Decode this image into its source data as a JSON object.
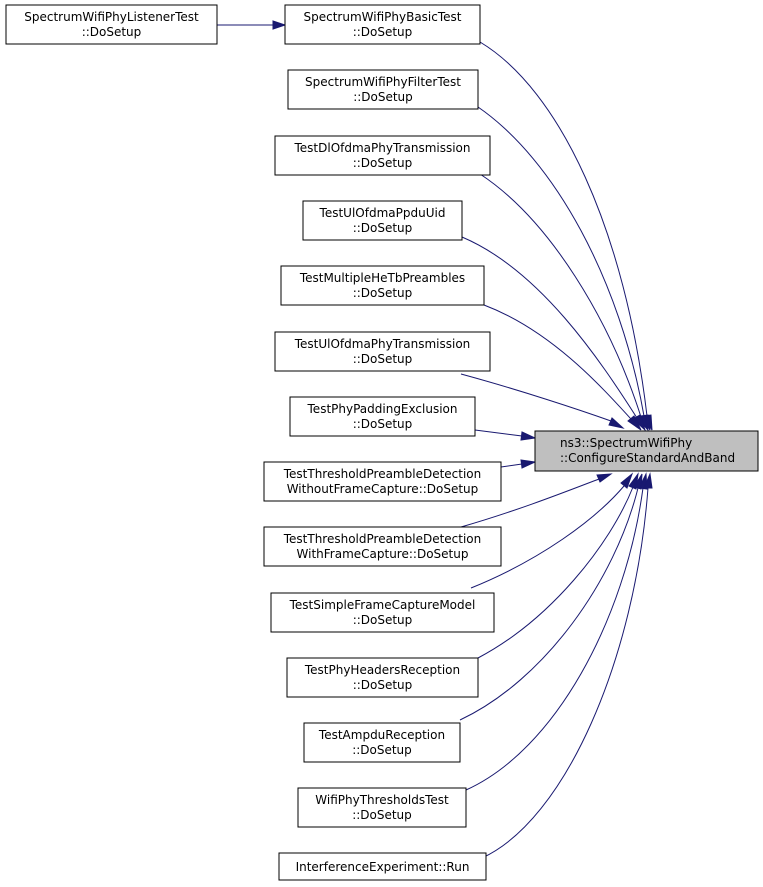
{
  "diagram": {
    "target": {
      "line1": "ns3::SpectrumWifiPhy",
      "line2": "::ConfigureStandardAndBand"
    },
    "caller_of_basic_test": {
      "line1": "SpectrumWifiPhyListenerTest",
      "line2": "::DoSetup"
    },
    "callers": [
      {
        "line1": "SpectrumWifiPhyBasicTest",
        "line2": "::DoSetup"
      },
      {
        "line1": "SpectrumWifiPhyFilterTest",
        "line2": "::DoSetup"
      },
      {
        "line1": "TestDlOfdmaPhyTransmission",
        "line2": "::DoSetup"
      },
      {
        "line1": "TestUlOfdmaPpduUid",
        "line2": "::DoSetup"
      },
      {
        "line1": "TestMultipleHeTbPreambles",
        "line2": "::DoSetup"
      },
      {
        "line1": "TestUlOfdmaPhyTransmission",
        "line2": "::DoSetup"
      },
      {
        "line1": "TestPhyPaddingExclusion",
        "line2": "::DoSetup"
      },
      {
        "line1": "TestThresholdPreambleDetection",
        "line2": "WithoutFrameCapture::DoSetup"
      },
      {
        "line1": "TestThresholdPreambleDetection",
        "line2": "WithFrameCapture::DoSetup"
      },
      {
        "line1": "TestSimpleFrameCaptureModel",
        "line2": "::DoSetup"
      },
      {
        "line1": "TestPhyHeadersReception",
        "line2": "::DoSetup"
      },
      {
        "line1": "TestAmpduReception",
        "line2": "::DoSetup"
      },
      {
        "line1": "WifiPhyThresholdsTest",
        "line2": "::DoSetup"
      },
      {
        "line1": "InterferenceExperiment::Run",
        "line2": ""
      }
    ],
    "colors": {
      "edge": "#191970",
      "target_fill": "#bfbfbf",
      "node_fill": "#ffffff",
      "node_border": "#000000"
    }
  }
}
